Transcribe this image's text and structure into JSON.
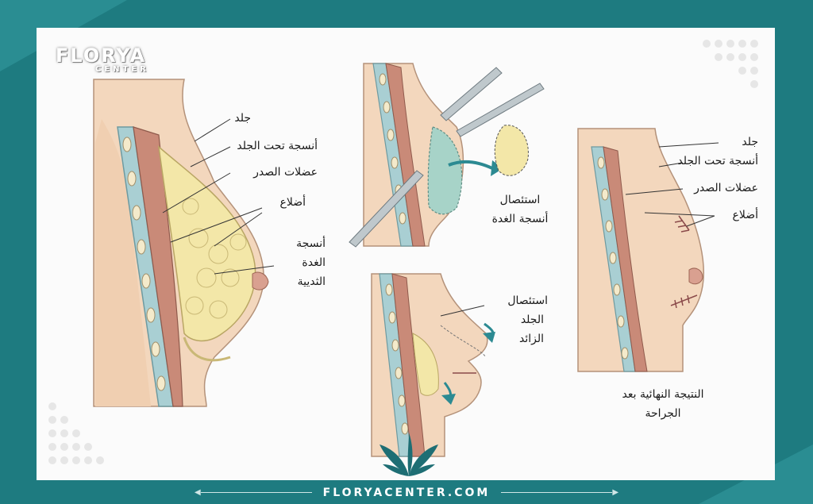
{
  "brand": {
    "name": "FLORYA",
    "sub": "CENTER",
    "website": "FLORYACENTER.COM"
  },
  "left_labels": {
    "skin": "جلد",
    "subcutaneous": "أنسجة تحت الجلد",
    "chest_muscles": "عضلات الصدر",
    "ribs": "أضلاع",
    "gland_1": "أنسجة",
    "gland_2": "الغدة",
    "gland_3": "الثديية"
  },
  "middle_labels": {
    "gland_removal_1": "استئصال",
    "gland_removal_2": "أنسجة الغدة",
    "skin_removal_1": "استئصال",
    "skin_removal_2": "الجلد",
    "skin_removal_3": "الزائد"
  },
  "right_labels": {
    "skin": "جلد",
    "subcutaneous": "أنسجة تحت الجلد",
    "chest_muscles": "عضلات الصدر",
    "ribs": "أضلاع",
    "result_1": "النتيجة النهائية بعد",
    "result_2": "الجراحة"
  },
  "colors": {
    "teal": "#1e7b80",
    "skin": "#f3d7bd",
    "muscle": "#c98a78",
    "gland": "#f3e7a8",
    "rib": "#a9cfd3"
  }
}
